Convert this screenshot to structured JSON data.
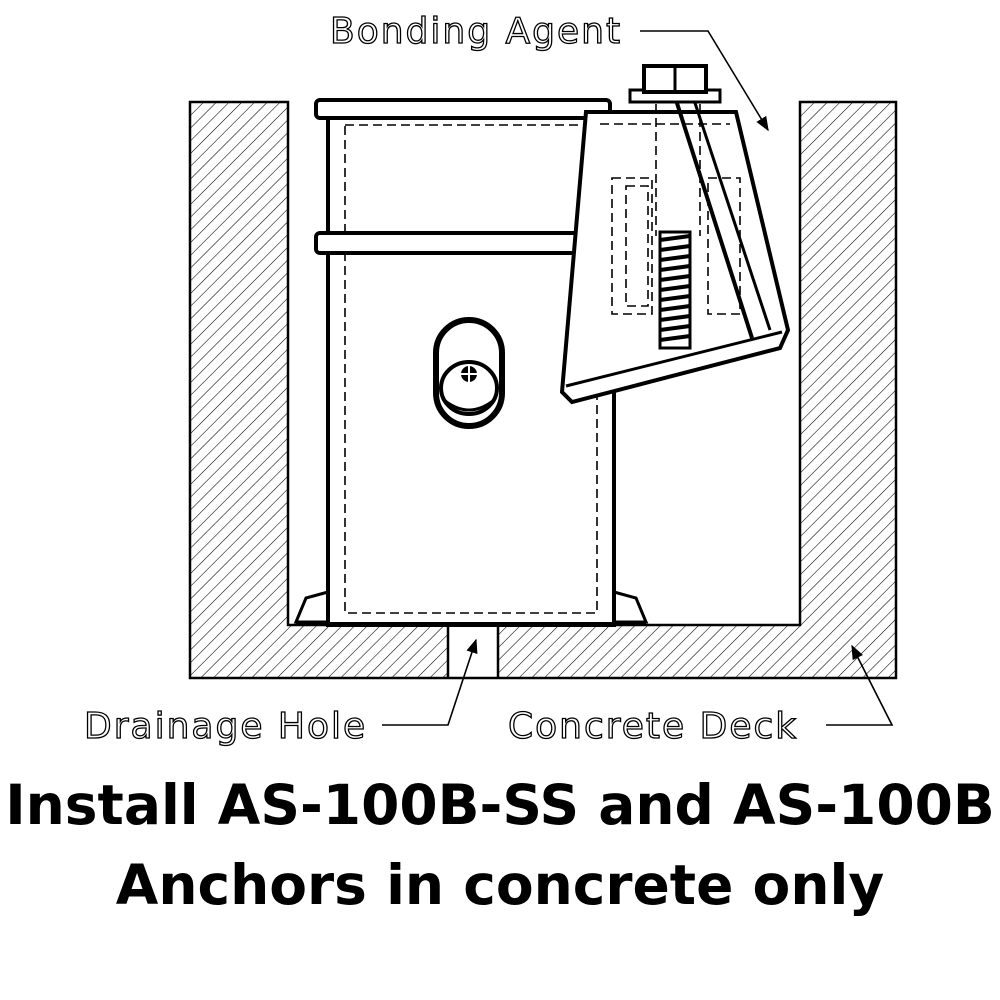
{
  "labels": {
    "bonding_agent": "Bonding Agent",
    "drainage_hole": "Drainage Hole",
    "concrete_deck": "Concrete Deck"
  },
  "caption": {
    "line1": "Install AS-100B-SS and AS-100B",
    "line2": "Anchors in concrete only"
  },
  "colors": {
    "line": "#000000",
    "background": "#ffffff"
  }
}
